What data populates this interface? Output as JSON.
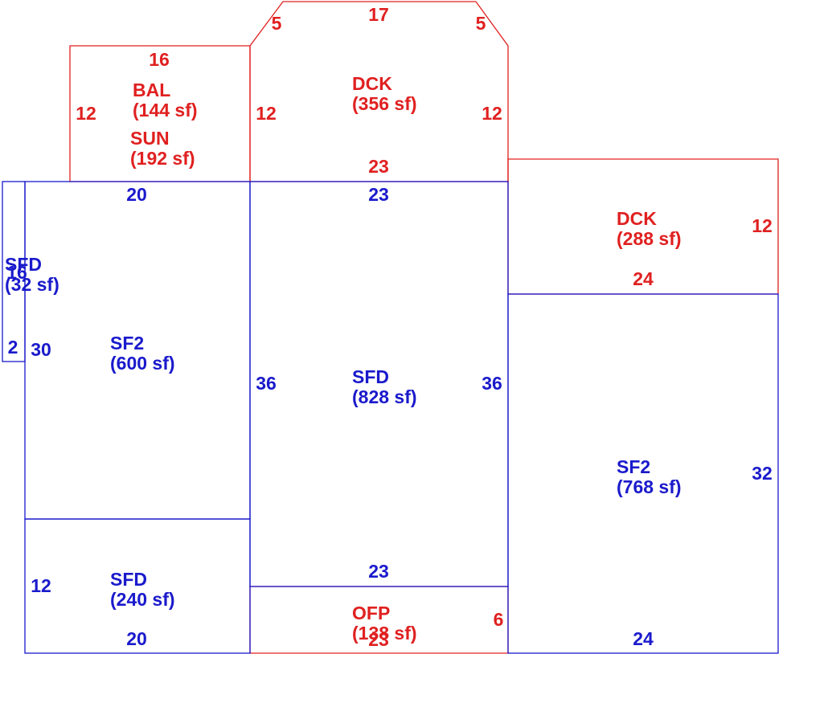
{
  "colors": {
    "living": "#1a1acc",
    "exterior": "#e02020",
    "background": "#ffffff"
  },
  "areas": [
    {
      "code": "BAL",
      "area": "(144 sf)",
      "kind": "exterior"
    },
    {
      "code": "SUN",
      "area": "(192 sf)",
      "kind": "exterior"
    },
    {
      "code": "DCK",
      "area": "(356 sf)",
      "kind": "exterior"
    },
    {
      "code": "DCK",
      "area": "(288 sf)",
      "kind": "exterior"
    },
    {
      "code": "SFD",
      "area": "(32 sf)",
      "kind": "living"
    },
    {
      "code": "SF2",
      "area": "(600 sf)",
      "kind": "living"
    },
    {
      "code": "SFD",
      "area": "(828 sf)",
      "kind": "living"
    },
    {
      "code": "SF2",
      "area": "(768 sf)",
      "kind": "living"
    },
    {
      "code": "SFD",
      "area": "(240 sf)",
      "kind": "living"
    },
    {
      "code": "OFP",
      "area": "(138 sf)",
      "kind": "exterior"
    }
  ],
  "dimensions": {
    "bal_top": "16",
    "bal_left": "12",
    "dck_top_left_angle": "5",
    "dck_top": "17",
    "dck_top_right_angle": "5",
    "dck_left": "12",
    "dck_right": "12",
    "dck_bottom": "23",
    "dck_right_side": "12",
    "dck_right_bottom": "24",
    "sf2_left_top": "20",
    "sf2_left_side": "30",
    "sfd_small_height": "16",
    "sfd_small_width": "2",
    "sfd_center_top": "23",
    "sfd_center_left": "36",
    "sfd_center_right": "36",
    "sf2_right_side": "32",
    "sf2_right_bottom": "24",
    "sfd_bottom_side": "12",
    "sfd_bottom_bottom": "20",
    "ofp_top": "23",
    "ofp_right": "6",
    "ofp_bottom": "23"
  }
}
